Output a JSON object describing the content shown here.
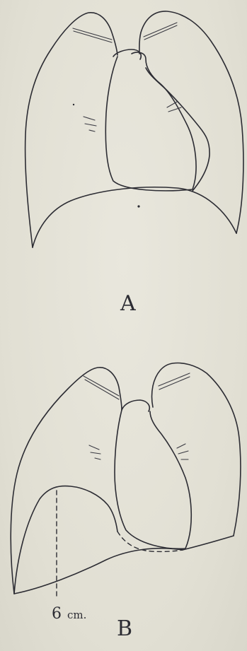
{
  "figures": [
    {
      "label": "A"
    },
    {
      "label": "B",
      "measurement": {
        "value": "6",
        "unit": "cm."
      }
    }
  ]
}
